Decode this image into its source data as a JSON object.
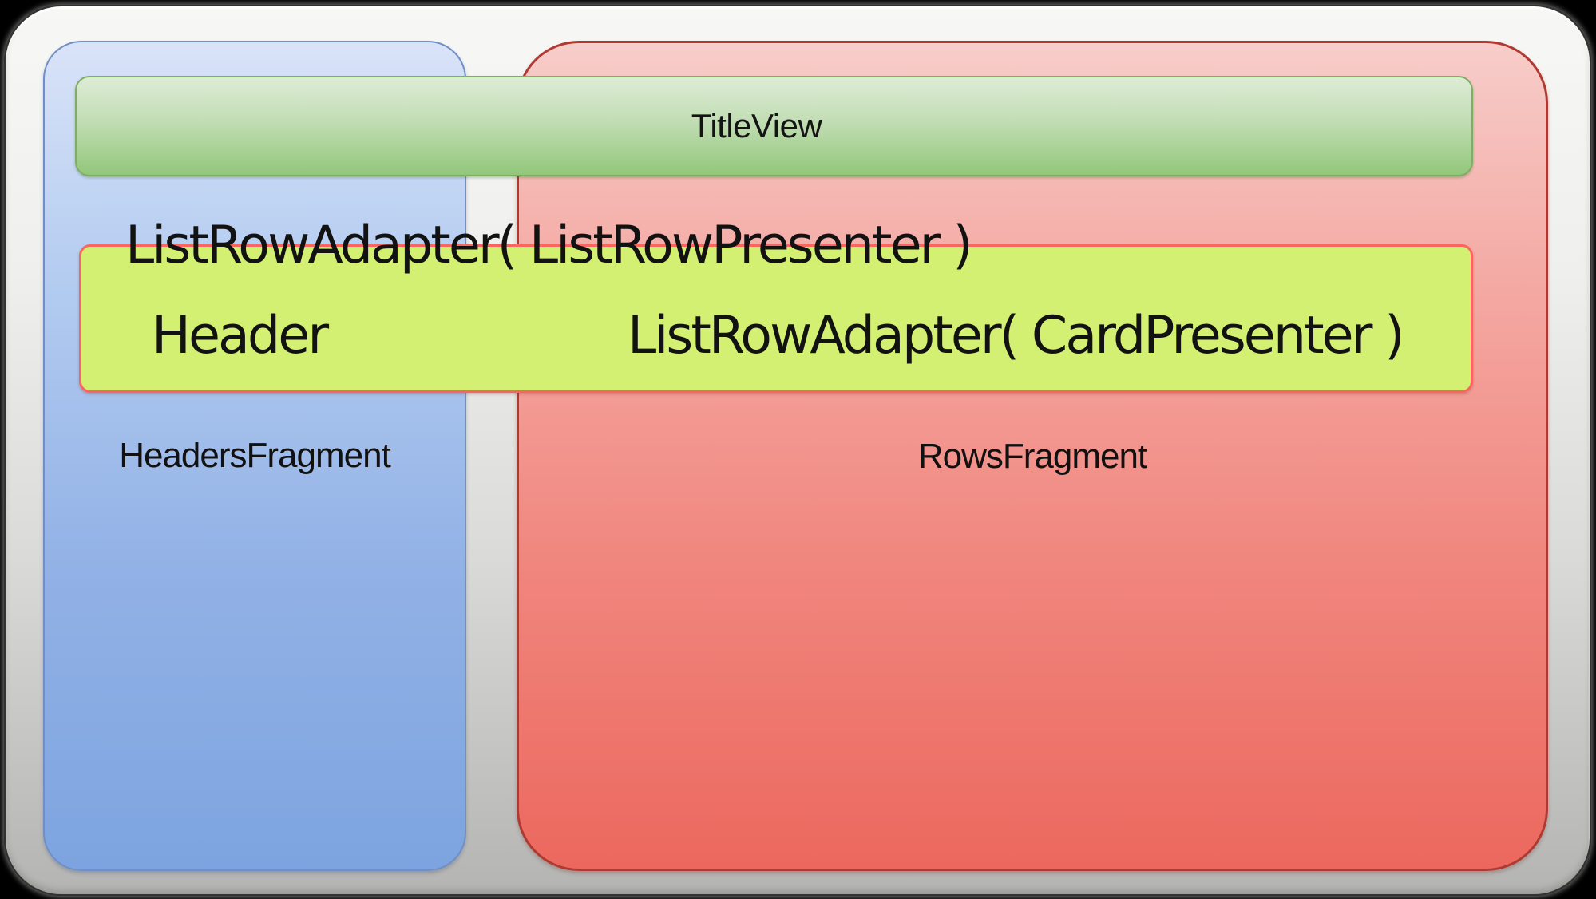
{
  "diagram": {
    "description": "BrowseFragment layout diagram",
    "title_view": {
      "label": "TitleView",
      "fill_top": "#ddecd6",
      "fill_bottom": "#92c77a",
      "border_color": "#7fad63"
    },
    "headers_fragment": {
      "label": "HeadersFragment",
      "fill_top": "#d9e3f8",
      "fill_bottom": "#7da4e0",
      "border_color": "#708fc6"
    },
    "rows_fragment": {
      "label": "RowsFragment",
      "fill_top": "#f7cdca",
      "fill_bottom": "#ec685e",
      "border_color": "#ae3a31"
    },
    "row_adapter_overlay": {
      "label": "ListRowAdapter( ListRowPresenter )"
    },
    "selected_row_bar": {
      "header_label": "Header",
      "adapter_label": "ListRowAdapter( CardPresenter )",
      "fill": "#d4f072",
      "border_color": "#fa655f"
    },
    "container": {
      "fill_top": "#f7f7f5",
      "fill_bottom": "#b4b4b2",
      "background": "#000000"
    }
  }
}
